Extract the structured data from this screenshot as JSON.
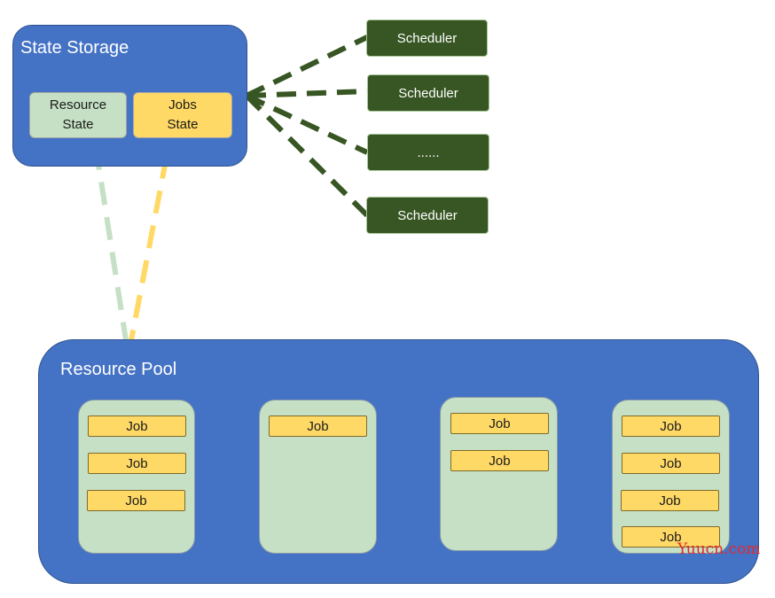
{
  "state_storage": {
    "title": "State Storage",
    "resource_state": "Resource\nState",
    "jobs_state": "Jobs\nState"
  },
  "schedulers": [
    "Scheduler",
    "Scheduler",
    "......",
    "Scheduler"
  ],
  "resource_pool": {
    "title": "Resource Pool",
    "nodes": [
      {
        "jobs": [
          "Job",
          "Job",
          "Job"
        ]
      },
      {
        "jobs": [
          "Job"
        ]
      },
      {
        "jobs": [
          "Job",
          "Job"
        ]
      },
      {
        "jobs": [
          "Job",
          "Job",
          "Job",
          "Job"
        ]
      }
    ]
  },
  "watermark": "Yuucn.com",
  "colors": {
    "blue": "#4472c4",
    "dark_green": "#375623",
    "light_green": "#c5e0c4",
    "yellow": "#ffd966"
  }
}
